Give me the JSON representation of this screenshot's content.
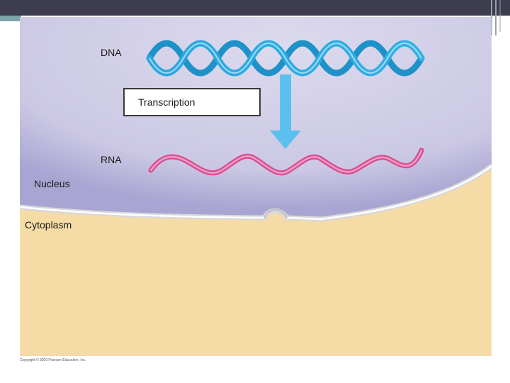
{
  "labels": {
    "dna": "DNA",
    "transcription": "Transcription",
    "rna": "RNA",
    "nucleus": "Nucleus",
    "cytoplasm": "Cytoplasm"
  },
  "copyright": "Copyright © 2009 Pearson Education, Inc.",
  "colors": {
    "nucleus_fill": "#cfcce6",
    "cytoplasm_fill": "#f5dba6",
    "dna_strand": "#29a8e0",
    "rna_strand": "#e0579a",
    "arrow": "#5bc0ee",
    "slide_topbar": "#3e3d4f"
  },
  "icons": [
    "dna-double-helix",
    "rna-single-strand",
    "down-arrow-icon",
    "nuclear-pore"
  ]
}
